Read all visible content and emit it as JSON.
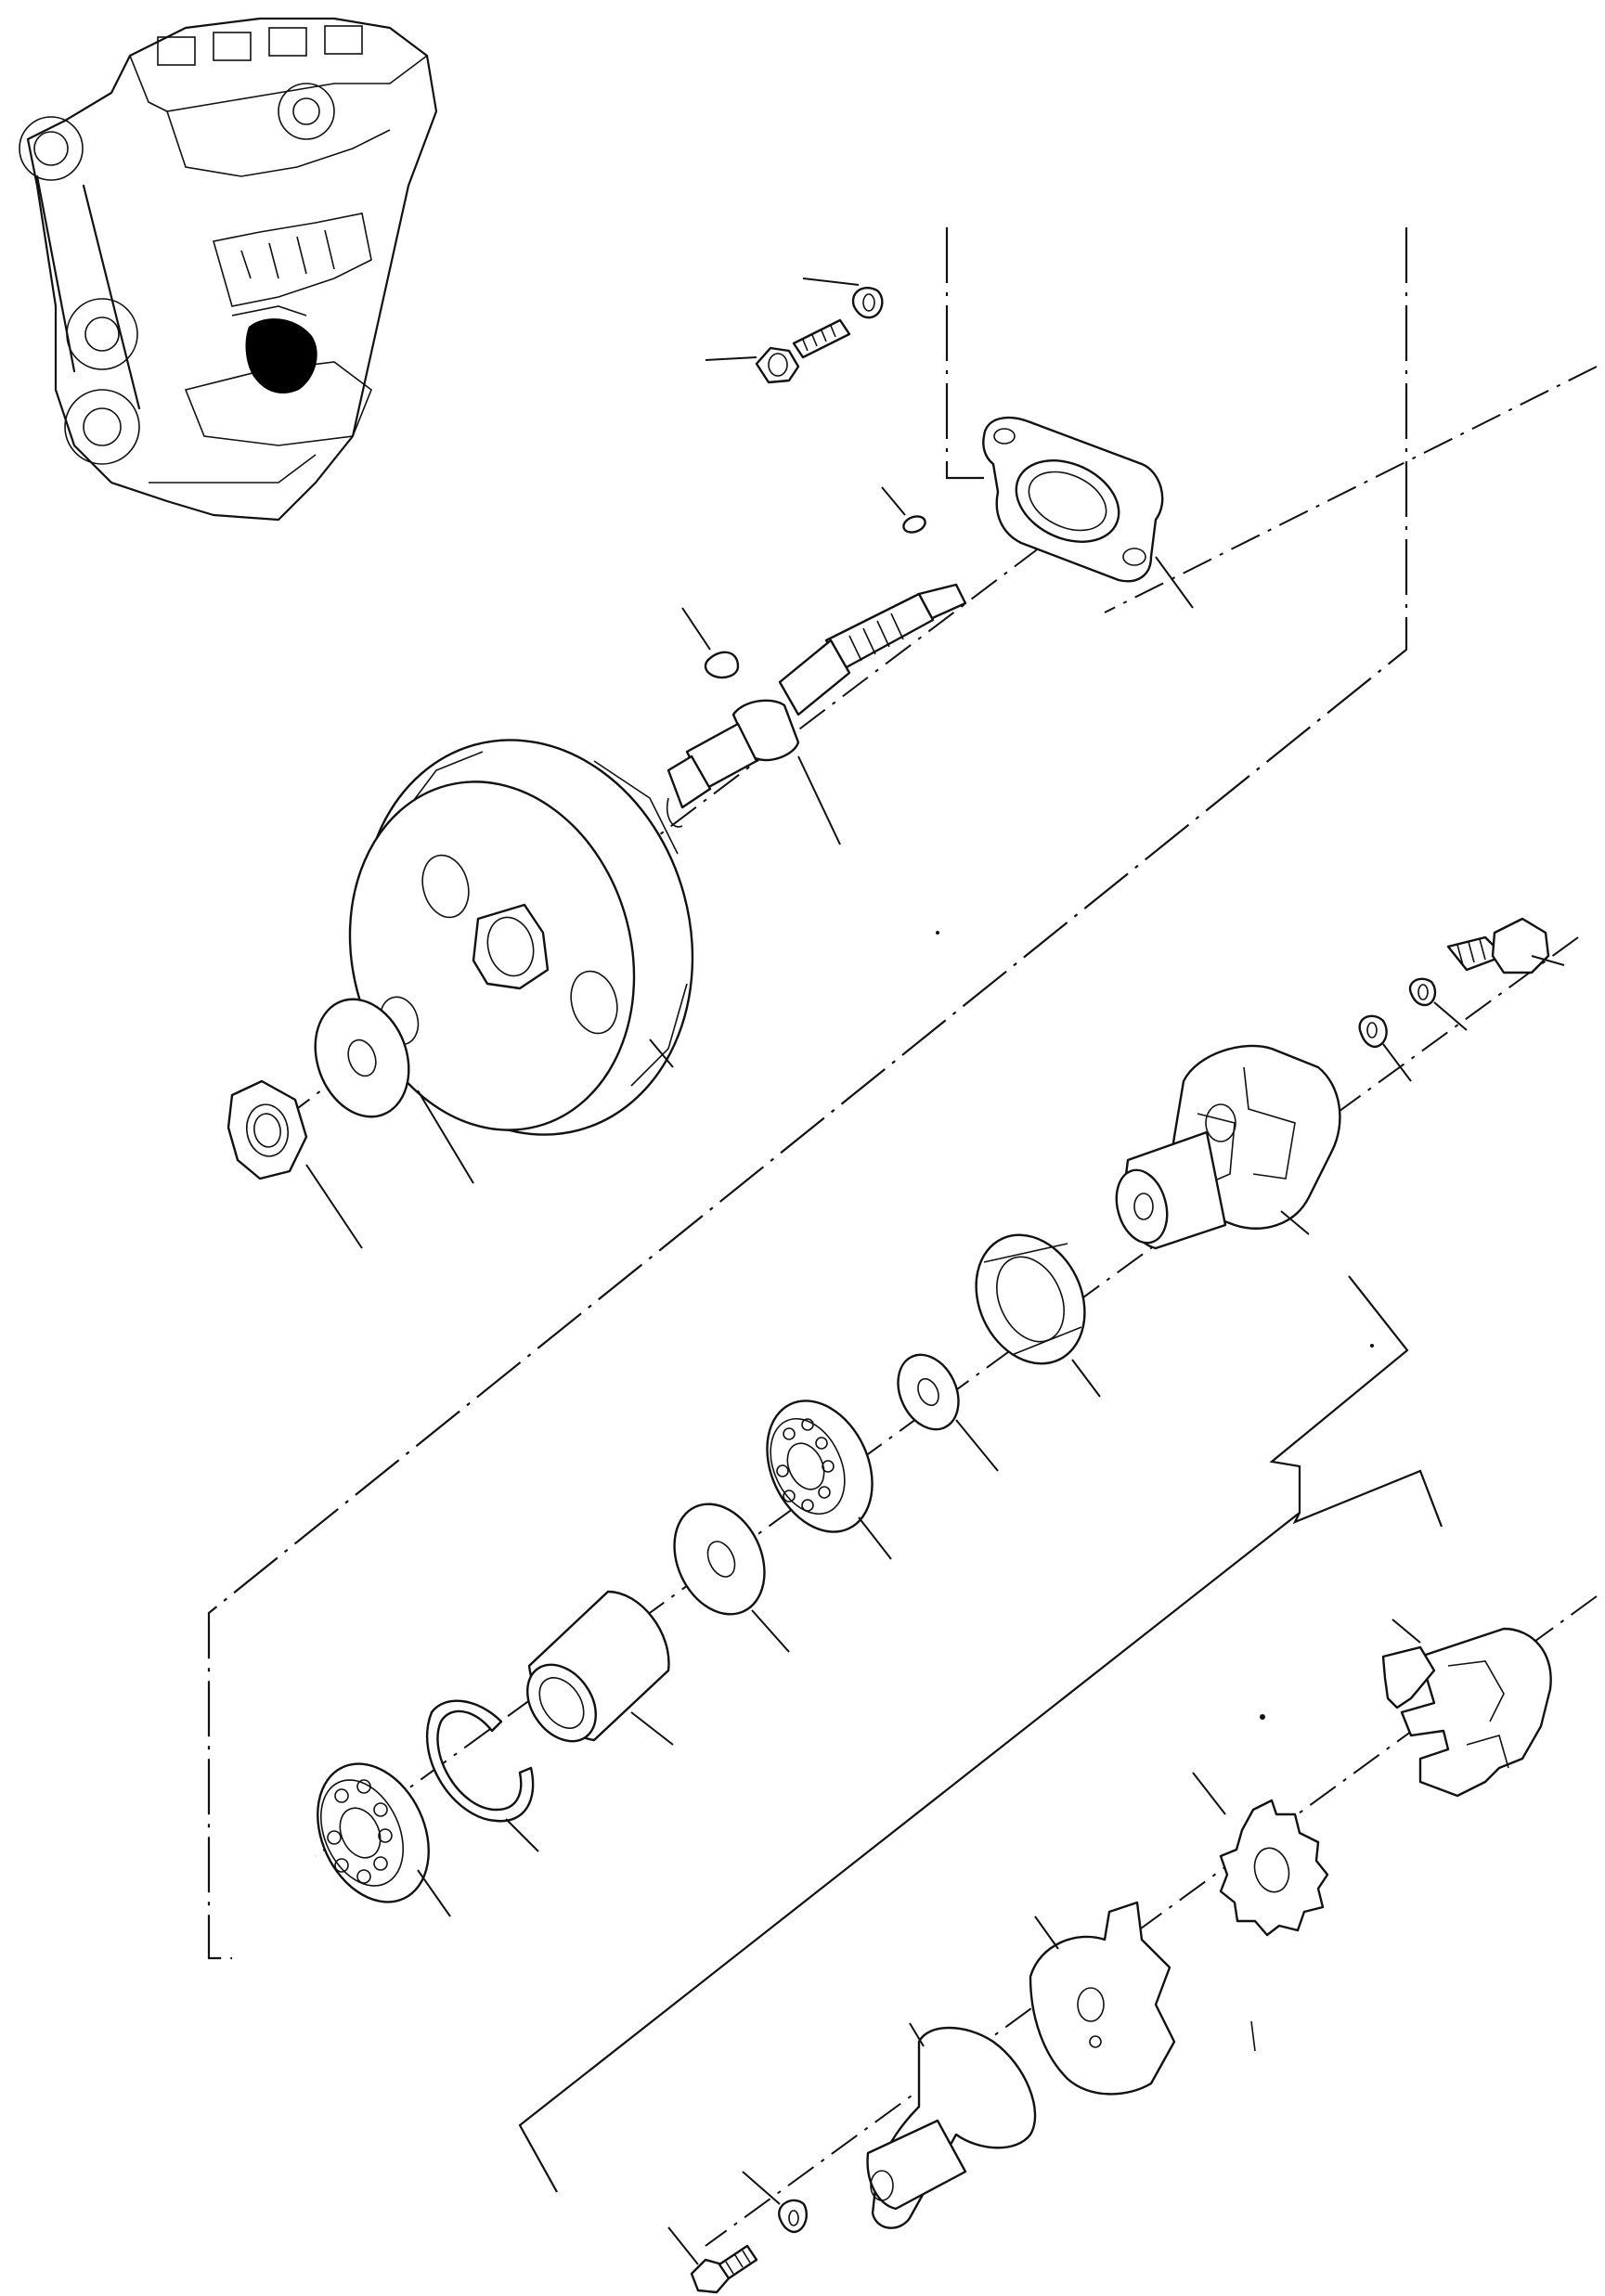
{
  "diagram": {
    "type": "exploded parts view",
    "parts": [
      "engine-locator-view",
      "snap-ring-top",
      "bolt-top",
      "flange-housing",
      "key-small",
      "woodruff-key",
      "drive-shaft",
      "drive-gear",
      "washer",
      "hex-nut",
      "bolt-right",
      "lock-washer-right",
      "spring-washer-right",
      "coupling-hub",
      "oil-seal",
      "thrust-washer",
      "ball-bearing-upper",
      "shim-washer",
      "spacer-sleeve",
      "snap-ring",
      "ball-bearing-lower",
      "coupling-half-upper",
      "coupling-spider",
      "coupling-half-lower",
      "drive-flange-hub",
      "lock-washer-bottom",
      "bolt-bottom"
    ]
  },
  "colors": {
    "ink": "#111111",
    "paper": "#ffffff"
  }
}
